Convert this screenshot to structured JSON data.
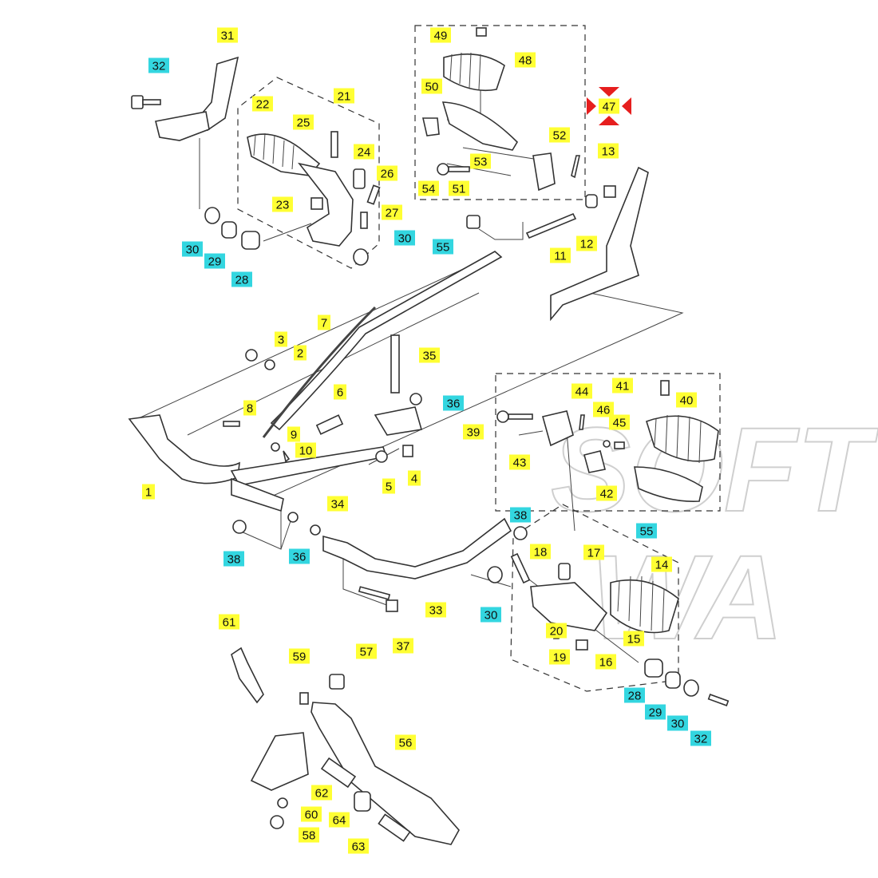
{
  "diagram": {
    "title": "Footrest / Brake Pedal / Sidestand exploded parts diagram",
    "watermark": [
      "SOFT",
      "WA"
    ],
    "colors": {
      "yellow": "#ffff33",
      "cyan": "#33d6e0",
      "red": "#e61e1e",
      "line": "#333333"
    },
    "highlighted_part": "47",
    "labels": [
      {
        "text": "31",
        "kind": "yellow"
      },
      {
        "text": "32",
        "kind": "cyan"
      },
      {
        "text": "21",
        "kind": "yellow"
      },
      {
        "text": "22",
        "kind": "yellow"
      },
      {
        "text": "25",
        "kind": "yellow"
      },
      {
        "text": "24",
        "kind": "yellow"
      },
      {
        "text": "26",
        "kind": "yellow"
      },
      {
        "text": "23",
        "kind": "yellow"
      },
      {
        "text": "27",
        "kind": "yellow"
      },
      {
        "text": "30",
        "kind": "cyan"
      },
      {
        "text": "29",
        "kind": "cyan"
      },
      {
        "text": "28",
        "kind": "cyan"
      },
      {
        "text": "30",
        "kind": "cyan"
      },
      {
        "text": "49",
        "kind": "yellow"
      },
      {
        "text": "48",
        "kind": "yellow"
      },
      {
        "text": "50",
        "kind": "yellow"
      },
      {
        "text": "47",
        "kind": "red"
      },
      {
        "text": "52",
        "kind": "yellow"
      },
      {
        "text": "53",
        "kind": "yellow"
      },
      {
        "text": "54",
        "kind": "yellow"
      },
      {
        "text": "51",
        "kind": "yellow"
      },
      {
        "text": "13",
        "kind": "yellow"
      },
      {
        "text": "55",
        "kind": "cyan"
      },
      {
        "text": "11",
        "kind": "yellow"
      },
      {
        "text": "12",
        "kind": "yellow"
      },
      {
        "text": "7",
        "kind": "yellow"
      },
      {
        "text": "3",
        "kind": "yellow"
      },
      {
        "text": "2",
        "kind": "yellow"
      },
      {
        "text": "35",
        "kind": "yellow"
      },
      {
        "text": "6",
        "kind": "yellow"
      },
      {
        "text": "36",
        "kind": "cyan"
      },
      {
        "text": "8",
        "kind": "yellow"
      },
      {
        "text": "9",
        "kind": "yellow"
      },
      {
        "text": "10",
        "kind": "yellow"
      },
      {
        "text": "5",
        "kind": "yellow"
      },
      {
        "text": "4",
        "kind": "yellow"
      },
      {
        "text": "1",
        "kind": "yellow"
      },
      {
        "text": "34",
        "kind": "yellow"
      },
      {
        "text": "41",
        "kind": "yellow"
      },
      {
        "text": "40",
        "kind": "yellow"
      },
      {
        "text": "44",
        "kind": "yellow"
      },
      {
        "text": "46",
        "kind": "yellow"
      },
      {
        "text": "45",
        "kind": "yellow"
      },
      {
        "text": "39",
        "kind": "yellow"
      },
      {
        "text": "43",
        "kind": "yellow"
      },
      {
        "text": "42",
        "kind": "yellow"
      },
      {
        "text": "38",
        "kind": "cyan"
      },
      {
        "text": "55",
        "kind": "cyan"
      },
      {
        "text": "38",
        "kind": "cyan"
      },
      {
        "text": "36",
        "kind": "cyan"
      },
      {
        "text": "18",
        "kind": "yellow"
      },
      {
        "text": "17",
        "kind": "yellow"
      },
      {
        "text": "14",
        "kind": "yellow"
      },
      {
        "text": "33",
        "kind": "yellow"
      },
      {
        "text": "30",
        "kind": "cyan"
      },
      {
        "text": "37",
        "kind": "yellow"
      },
      {
        "text": "20",
        "kind": "yellow"
      },
      {
        "text": "15",
        "kind": "yellow"
      },
      {
        "text": "19",
        "kind": "yellow"
      },
      {
        "text": "16",
        "kind": "yellow"
      },
      {
        "text": "61",
        "kind": "yellow"
      },
      {
        "text": "59",
        "kind": "yellow"
      },
      {
        "text": "57",
        "kind": "yellow"
      },
      {
        "text": "28",
        "kind": "cyan"
      },
      {
        "text": "29",
        "kind": "cyan"
      },
      {
        "text": "30",
        "kind": "cyan"
      },
      {
        "text": "32",
        "kind": "cyan"
      },
      {
        "text": "56",
        "kind": "yellow"
      },
      {
        "text": "62",
        "kind": "yellow"
      },
      {
        "text": "60",
        "kind": "yellow"
      },
      {
        "text": "64",
        "kind": "yellow"
      },
      {
        "text": "58",
        "kind": "yellow"
      },
      {
        "text": "63",
        "kind": "yellow"
      }
    ]
  }
}
